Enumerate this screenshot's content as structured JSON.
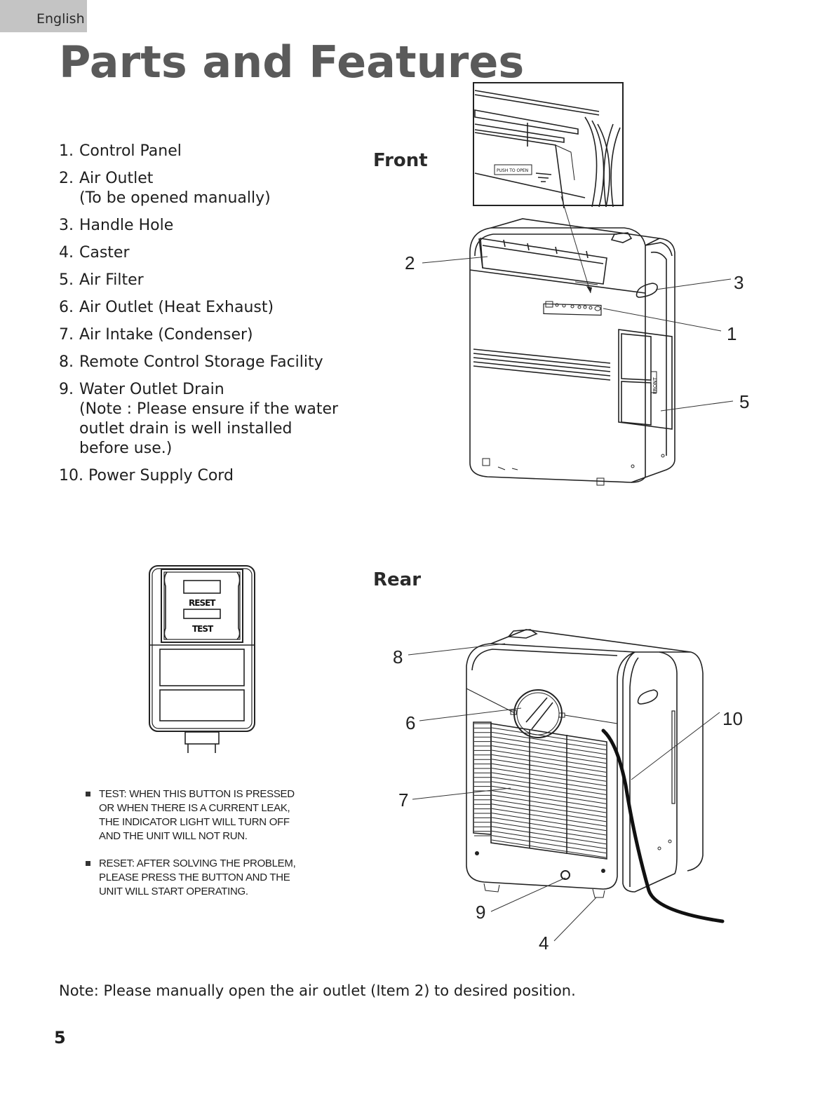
{
  "header": {
    "language_tab": "English",
    "title": "Parts and Features"
  },
  "parts_list": [
    {
      "num": "1.",
      "text": "Control Panel"
    },
    {
      "num": "2.",
      "text": "Air Outlet\n(To be opened manually)"
    },
    {
      "num": "3.",
      "text": "Handle Hole"
    },
    {
      "num": "4.",
      "text": "Caster"
    },
    {
      "num": "5.",
      "text": "Air Filter"
    },
    {
      "num": "6.",
      "text": "Air Outlet (Heat Exhaust)"
    },
    {
      "num": "7.",
      "text": "Air Intake (Condenser)"
    },
    {
      "num": "8.",
      "text": "Remote Control Storage Facility"
    },
    {
      "num": "9.",
      "text": "Water Outlet Drain\n(Note : Please ensure if the water\noutlet drain is well installed\nbefore use.)"
    },
    {
      "num": "10.",
      "text": "Power Supply Cord"
    }
  ],
  "front_diagram": {
    "label": "Front",
    "inset_label": "PUSH TO OPEN",
    "filter_label": "FRONT",
    "callouts": [
      "2",
      "3",
      "1",
      "5"
    ]
  },
  "rear_diagram": {
    "label": "Rear",
    "callouts": [
      "8",
      "6",
      "7",
      "10",
      "9",
      "4"
    ]
  },
  "plug_diagram": {
    "reset_label": "RESET",
    "test_label": "TEST"
  },
  "plug_notes": [
    "TEST: WHEN THIS BUTTON IS PRESSED\nOR WHEN THERE IS A CURRENT LEAK,\nTHE INDICATOR LIGHT WILL TURN OFF\nAND THE UNIT WILL NOT RUN.",
    "RESET: AFTER SOLVING THE PROBLEM,\nPLEASE PRESS THE BUTTON AND THE\nUNIT WILL START OPERATING."
  ],
  "footer": {
    "note": "Note: Please manually open the air outlet (Item 2) to desired position.",
    "page_number": "5"
  }
}
